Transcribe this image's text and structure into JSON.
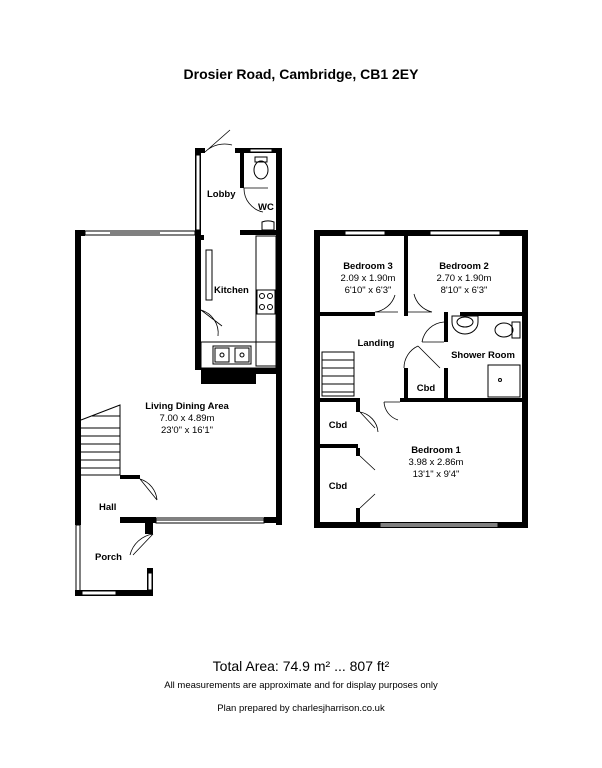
{
  "header": {
    "address": "Drosier Road, Cambridge, CB1 2EY"
  },
  "rooms": {
    "lobby": {
      "name": "Lobby"
    },
    "wc": {
      "name": "WC"
    },
    "kitchen": {
      "name": "Kitchen"
    },
    "living": {
      "name": "Living Dining Area",
      "metric": "7.00 x 4.89m",
      "imperial": "23'0\" x 16'1\""
    },
    "hall": {
      "name": "Hall"
    },
    "porch": {
      "name": "Porch"
    },
    "bedroom3": {
      "name": "Bedroom 3",
      "metric": "2.09 x 1.90m",
      "imperial": "6'10\" x 6'3\""
    },
    "bedroom2": {
      "name": "Bedroom 2",
      "metric": "2.70 x 1.90m",
      "imperial": "8'10\" x 6'3\""
    },
    "landing": {
      "name": "Landing"
    },
    "shower": {
      "name": "Shower Room"
    },
    "cbd_landing": {
      "name": "Cbd"
    },
    "cbd_upper": {
      "name": "Cbd"
    },
    "cbd_lower": {
      "name": "Cbd"
    },
    "bedroom1": {
      "name": "Bedroom 1",
      "metric": "3.98 x 2.86m",
      "imperial": "13'1\" x 9'4\""
    }
  },
  "footer": {
    "total_area": "Total Area: 74.9 m² ... 807 ft²",
    "disclaimer": "All measurements are approximate and for display purposes only",
    "credit": "Plan prepared by charlesjharrison.co.uk"
  }
}
